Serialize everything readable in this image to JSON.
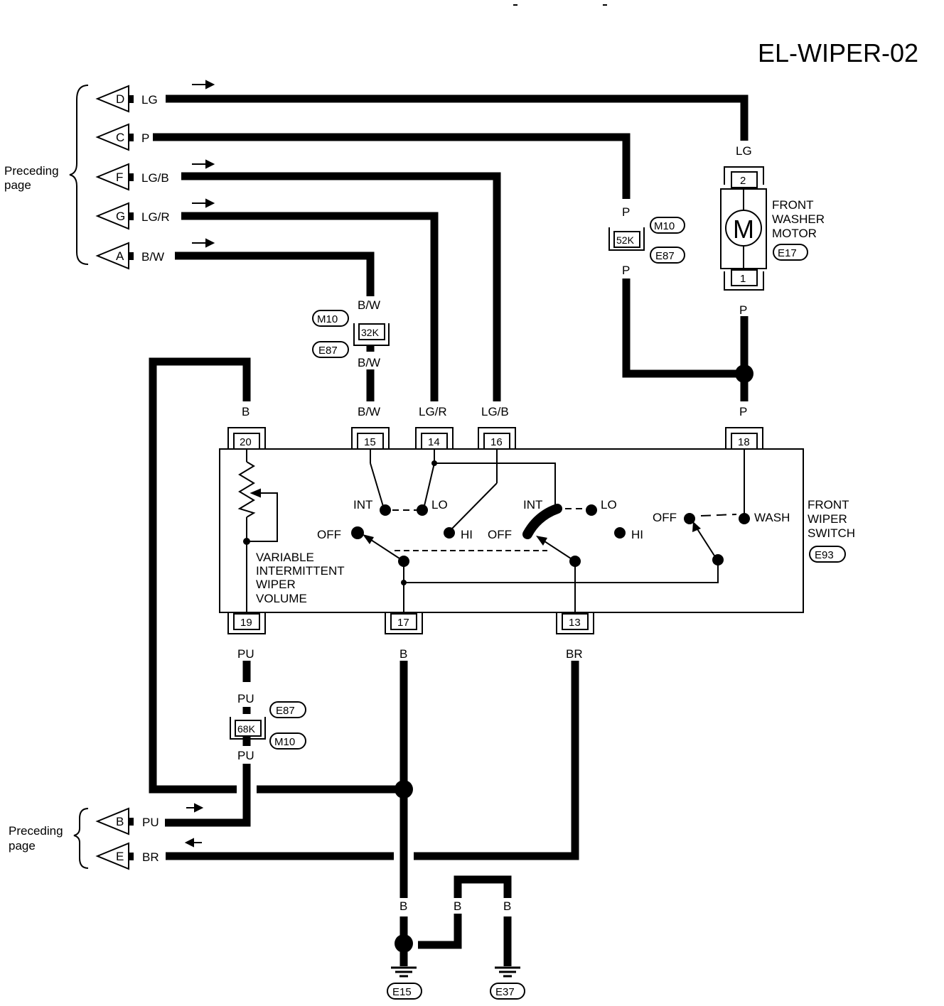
{
  "diagram_id": "EL-WIPER-02",
  "preceding_page": "Preceding page",
  "preceding_page_lines": [
    "Preceding",
    "page"
  ],
  "connectors_top": [
    {
      "letter": "D",
      "wire": "LG"
    },
    {
      "letter": "C",
      "wire": "P"
    },
    {
      "letter": "F",
      "wire": "LG/B"
    },
    {
      "letter": "G",
      "wire": "LG/R"
    },
    {
      "letter": "A",
      "wire": "B/W"
    }
  ],
  "connectors_bottom": [
    {
      "letter": "B",
      "wire": "PU"
    },
    {
      "letter": "E",
      "wire": "BR"
    }
  ],
  "washer_motor": {
    "label_lines": [
      "FRONT",
      "WASHER",
      "MOTOR"
    ],
    "connector": "E17",
    "symbol": "M",
    "pin_top": "2",
    "pin_bottom": "1",
    "wire_top": "LG",
    "wire_bottom": "P"
  },
  "joint_52k": {
    "code": "52K",
    "conn_a": "M10",
    "conn_b": "E87",
    "wire_top": "P",
    "wire_bottom": "P"
  },
  "joint_32k": {
    "code": "32K",
    "conn_a": "M10",
    "conn_b": "E87",
    "wire_top": "B/W",
    "wire_bottom": "B/W"
  },
  "joint_68k": {
    "code": "68K",
    "conn_a": "E87",
    "conn_b": "M10",
    "wire_top": "PU",
    "wire_bottom": "PU"
  },
  "switch": {
    "label_lines": [
      "FRONT",
      "WIPER",
      "SWITCH"
    ],
    "connector": "E93",
    "volume_lines": [
      "VARIABLE",
      "INTERMITTENT",
      "WIPER",
      "VOLUME"
    ],
    "pins_top": [
      {
        "pin": "20",
        "wire": "B"
      },
      {
        "pin": "15",
        "wire": "B/W"
      },
      {
        "pin": "14",
        "wire": "LG/R"
      },
      {
        "pin": "16",
        "wire": "LG/B"
      },
      {
        "pin": "18",
        "wire": "P"
      }
    ],
    "pins_bottom": [
      {
        "pin": "19",
        "wire": "PU"
      },
      {
        "pin": "17",
        "wire": "B"
      },
      {
        "pin": "13",
        "wire": "BR"
      }
    ],
    "positions": {
      "int": "INT",
      "lo": "LO",
      "hi": "HI",
      "off": "OFF",
      "wash": "WASH"
    }
  },
  "ground": {
    "wire_b": "B",
    "g1": "E15",
    "g2": "E37"
  }
}
